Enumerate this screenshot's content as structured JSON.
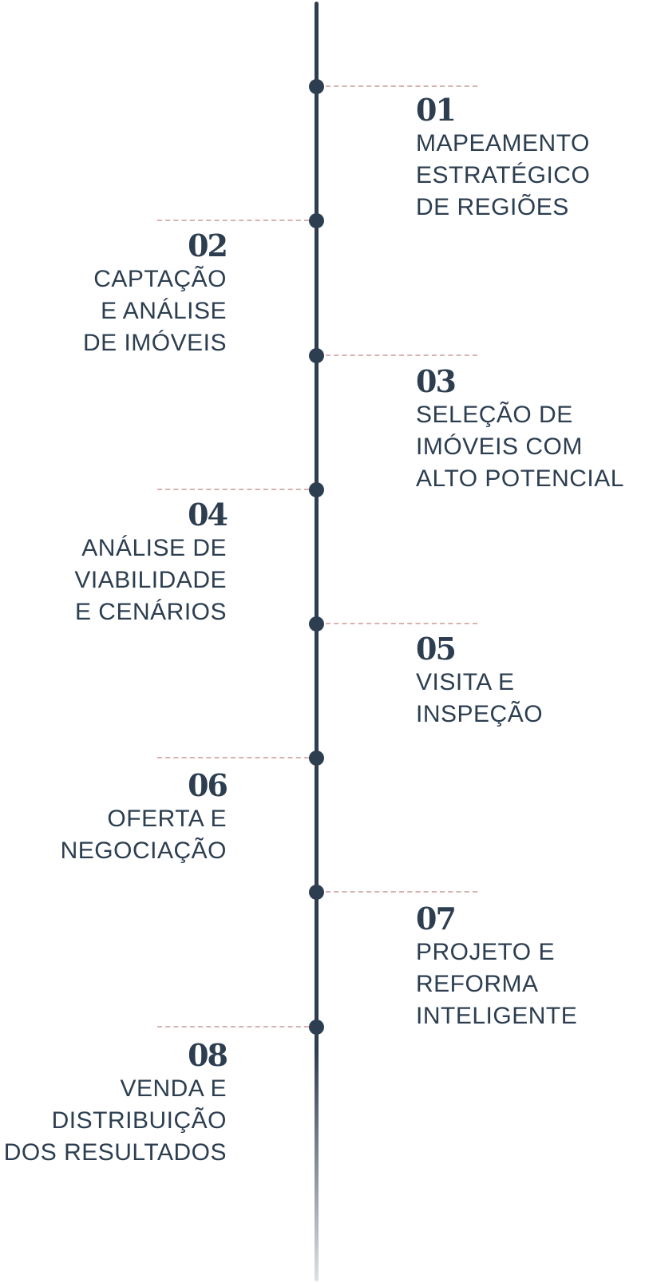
{
  "steps": [
    {
      "number": "01",
      "label": "MAPEAMENTO\nESTRATÉGICO\nDE REGIÕES"
    },
    {
      "number": "02",
      "label": "CAPTAÇÃO\nE ANÁLISE\nDE IMÓVEIS"
    },
    {
      "number": "03",
      "label": "SELEÇÃO DE\nIMÓVEIS COM\nALTO POTENCIAL"
    },
    {
      "number": "04",
      "label": "ANÁLISE DE\nVIABILIDADE\nE CENÁRIOS"
    },
    {
      "number": "05",
      "label": "VISITA E\nINSPEÇÃO"
    },
    {
      "number": "06",
      "label": "OFERTA E\nNEGOCIAÇÃO"
    },
    {
      "number": "07",
      "label": "PROJETO E\nREFORMA\nINTELIGENTE"
    },
    {
      "number": "08",
      "label": "VENDA E\nDISTRIBUIÇÃO\nDOS RESULTADOS"
    }
  ],
  "colors": {
    "primary": "#2c3e50",
    "connector": "#d8b2b2",
    "background": "#ffffff"
  }
}
